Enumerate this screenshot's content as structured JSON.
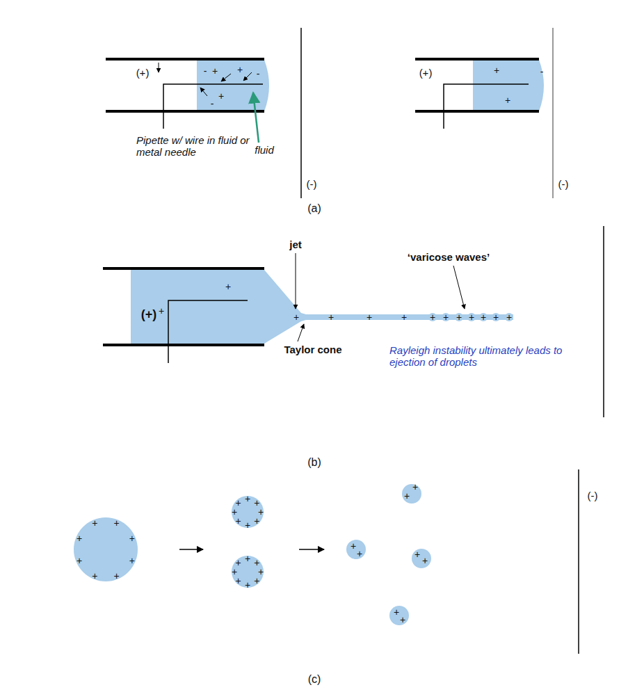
{
  "diagram": {
    "labels": [
      "(a)",
      "-",
      "+",
      "+",
      "-",
      "+",
      "-",
      "(+)",
      "Pipette w/ wire in fluid or metal needle",
      "fluid",
      "(-)",
      "+",
      "-",
      "+",
      "(+)",
      "(-)",
      "(b)",
      "+",
      "+",
      "(+)",
      "jet",
      "‘varicose waves’",
      "Taylor cone",
      "Rayleigh instability ultimately leads to ejection of droplets",
      "+",
      "+",
      "+",
      "+",
      "+",
      "+",
      "+",
      "+",
      "+",
      "+",
      "+",
      "(c)",
      "(-)",
      "+",
      "+",
      "+",
      "+",
      "+",
      "+",
      "+",
      "+",
      "+",
      "+",
      "+",
      "+",
      "+",
      "+",
      "+",
      "+",
      "+",
      "+",
      "+",
      "+",
      "+",
      "+",
      "+",
      "+",
      "+",
      "+",
      "+",
      "+",
      "+",
      "+",
      "+",
      "+"
    ]
  }
}
